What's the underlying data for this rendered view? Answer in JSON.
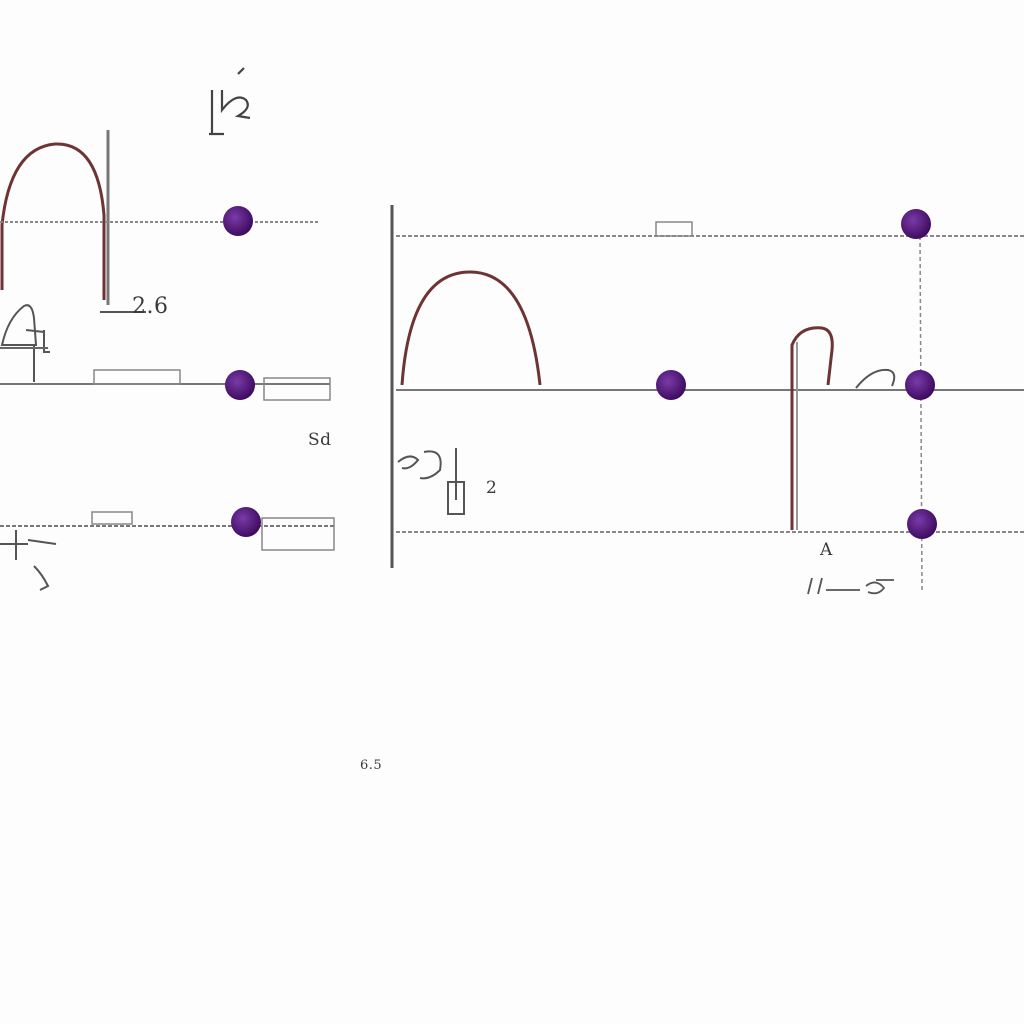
{
  "labels": {
    "value_a": "2.6",
    "sd": "Sd",
    "value_b": "2",
    "value_c": "6.5",
    "marker_a": "A"
  },
  "colors": {
    "node": "#4b0f6e",
    "arc": "#6e3434",
    "line": "#7a7a7a",
    "axis": "#555555"
  }
}
